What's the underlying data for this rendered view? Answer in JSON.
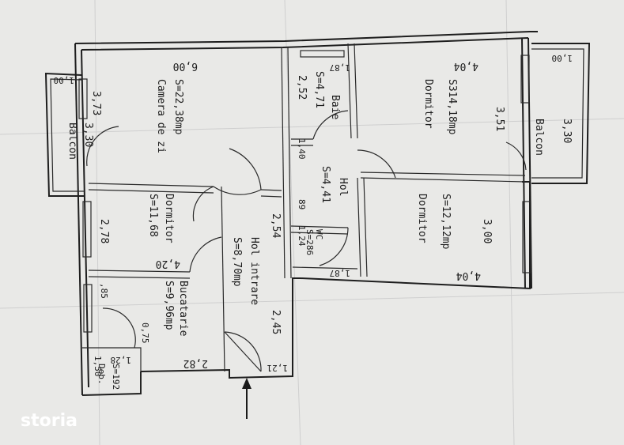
{
  "rooms": {
    "camera": {
      "name": "Camera de zi",
      "area": "S=22,38mp"
    },
    "dormitor_top": {
      "name": "Dormitor",
      "area": "S314,18mp"
    },
    "dormitor_left": {
      "name": "Dormitor",
      "area": "S=11,68"
    },
    "dormitor_right": {
      "name": "Dormitor",
      "area": "S=12,12mp"
    },
    "bucatarie": {
      "name": "Bucatarie",
      "area": "S=9,96mp"
    },
    "hol_intrare": {
      "name": "Hol intrare",
      "area": "S=8,70mp"
    },
    "hol": {
      "name": "Hol",
      "area": "S=4,41"
    },
    "baie": {
      "name": "Baie",
      "area": "S=4,71"
    },
    "wc": {
      "name": "WC",
      "area": "S=286"
    },
    "balcon_left": {
      "name": "Balcon",
      "dim": "3,30"
    },
    "balcon_right": {
      "name": "Balcon",
      "dim": "3,30"
    },
    "debara": {
      "name": "Deb.",
      "area": "S=192"
    }
  },
  "dimensions": {
    "d600": "6,00",
    "d187a": "1,87",
    "d404a": "4,04",
    "d100a": "1,00",
    "d100b": "1,00",
    "d373": "3,73",
    "d252": "2,52",
    "d351": "3,51",
    "d140": "1,40",
    "d189": "89",
    "d124": "1,24",
    "d254": "2,54",
    "d278": "2,78",
    "d420": "4,20",
    "d300": "3,00",
    "d404b": "4,04",
    "d187b": "1,87",
    "d085": ",85",
    "d075": "0,75",
    "d245": "2,45",
    "d282": "2,82",
    "d128": "1,28",
    "d121": "1,21",
    "d150": "1,50"
  },
  "logo": "storia"
}
